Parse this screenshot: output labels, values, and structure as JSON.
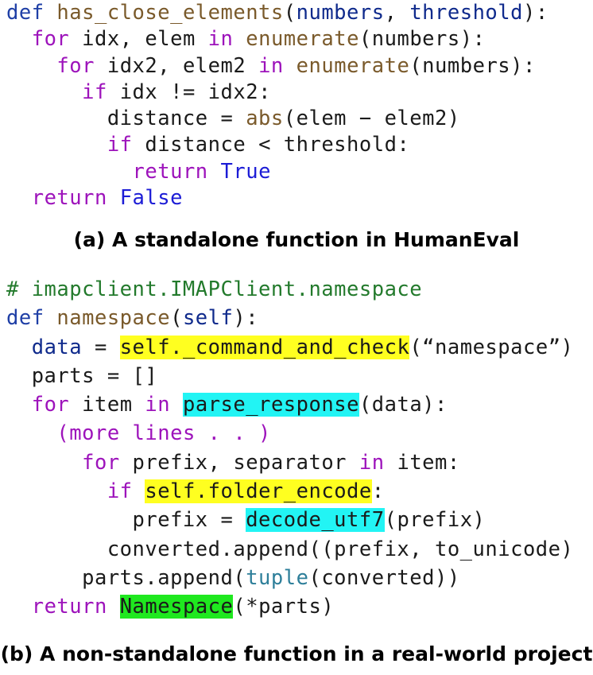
{
  "snippet_a": {
    "lines": [
      [
        {
          "t": "def ",
          "c": "kw-def"
        },
        {
          "t": "has_close_elements",
          "c": "fn"
        },
        {
          "t": "(",
          "c": ""
        },
        {
          "t": "numbers",
          "c": "param"
        },
        {
          "t": ", ",
          "c": ""
        },
        {
          "t": "threshold",
          "c": "param"
        },
        {
          "t": "):",
          "c": ""
        }
      ],
      [
        {
          "t": "  ",
          "c": ""
        },
        {
          "t": "for",
          "c": "kw"
        },
        {
          "t": " idx, elem ",
          "c": ""
        },
        {
          "t": "in",
          "c": "kw"
        },
        {
          "t": " ",
          "c": ""
        },
        {
          "t": "enumerate",
          "c": "fn"
        },
        {
          "t": "(numbers):",
          "c": ""
        }
      ],
      [
        {
          "t": "    ",
          "c": ""
        },
        {
          "t": "for",
          "c": "kw"
        },
        {
          "t": " idx2, elem2 ",
          "c": ""
        },
        {
          "t": "in",
          "c": "kw"
        },
        {
          "t": " ",
          "c": ""
        },
        {
          "t": "enumerate",
          "c": "fn"
        },
        {
          "t": "(numbers):",
          "c": ""
        }
      ],
      [
        {
          "t": "      ",
          "c": ""
        },
        {
          "t": "if",
          "c": "kw"
        },
        {
          "t": " idx != idx2:",
          "c": ""
        }
      ],
      [
        {
          "t": "        distance = ",
          "c": ""
        },
        {
          "t": "abs",
          "c": "fn"
        },
        {
          "t": "(elem − elem2)",
          "c": ""
        }
      ],
      [
        {
          "t": "        ",
          "c": ""
        },
        {
          "t": "if",
          "c": "kw"
        },
        {
          "t": " distance < threshold:",
          "c": ""
        }
      ],
      [
        {
          "t": "          ",
          "c": ""
        },
        {
          "t": "return",
          "c": "kw"
        },
        {
          "t": " ",
          "c": ""
        },
        {
          "t": "True",
          "c": "lit"
        }
      ],
      [
        {
          "t": "  ",
          "c": ""
        },
        {
          "t": "return",
          "c": "kw"
        },
        {
          "t": " ",
          "c": ""
        },
        {
          "t": "False",
          "c": "lit"
        }
      ]
    ],
    "caption": "(a) A standalone function in HumanEval"
  },
  "snippet_b": {
    "lines": [
      [
        {
          "t": "# imapclient.IMAPClient.namespace",
          "c": "cmt"
        }
      ],
      [
        {
          "t": "def ",
          "c": "kw-def"
        },
        {
          "t": "namespace",
          "c": "fn"
        },
        {
          "t": "(",
          "c": ""
        },
        {
          "t": "self",
          "c": "param"
        },
        {
          "t": "):",
          "c": ""
        }
      ],
      [
        {
          "t": "  ",
          "c": ""
        },
        {
          "t": "data",
          "c": "param"
        },
        {
          "t": " = ",
          "c": ""
        },
        {
          "t": "self._command_and_check",
          "c": "hl-yellow"
        },
        {
          "t": "(“namespace”)",
          "c": ""
        }
      ],
      [
        {
          "t": "  parts = []",
          "c": ""
        }
      ],
      [
        {
          "t": "  ",
          "c": ""
        },
        {
          "t": "for",
          "c": "kw"
        },
        {
          "t": " item ",
          "c": ""
        },
        {
          "t": "in",
          "c": "kw"
        },
        {
          "t": " ",
          "c": ""
        },
        {
          "t": "parse_response",
          "c": "hl-cyan"
        },
        {
          "t": "(data):",
          "c": ""
        }
      ],
      [
        {
          "t": "    ",
          "c": ""
        },
        {
          "t": "(more lines . . )",
          "c": "kw"
        }
      ],
      [
        {
          "t": "      ",
          "c": ""
        },
        {
          "t": "for",
          "c": "kw"
        },
        {
          "t": " prefix, separator ",
          "c": ""
        },
        {
          "t": "in",
          "c": "kw"
        },
        {
          "t": " item:",
          "c": ""
        }
      ],
      [
        {
          "t": "        ",
          "c": ""
        },
        {
          "t": "if",
          "c": "kw"
        },
        {
          "t": " ",
          "c": ""
        },
        {
          "t": "self.folder_encode",
          "c": "hl-yellow"
        },
        {
          "t": ":",
          "c": ""
        }
      ],
      [
        {
          "t": "          prefix = ",
          "c": ""
        },
        {
          "t": "decode_utf7",
          "c": "hl-cyan"
        },
        {
          "t": "(prefix)",
          "c": ""
        }
      ],
      [
        {
          "t": "        converted.append((prefix, to_unicode)",
          "c": ""
        }
      ],
      [
        {
          "t": "      parts.append(",
          "c": ""
        },
        {
          "t": "tuple",
          "c": "type"
        },
        {
          "t": "(converted))",
          "c": ""
        }
      ],
      [
        {
          "t": "  ",
          "c": ""
        },
        {
          "t": "return",
          "c": "kw"
        },
        {
          "t": " ",
          "c": ""
        },
        {
          "t": "Namespace",
          "c": "hl-green"
        },
        {
          "t": "(*parts)",
          "c": ""
        }
      ]
    ],
    "caption": "(b) A non-standalone function in a real-world project"
  }
}
